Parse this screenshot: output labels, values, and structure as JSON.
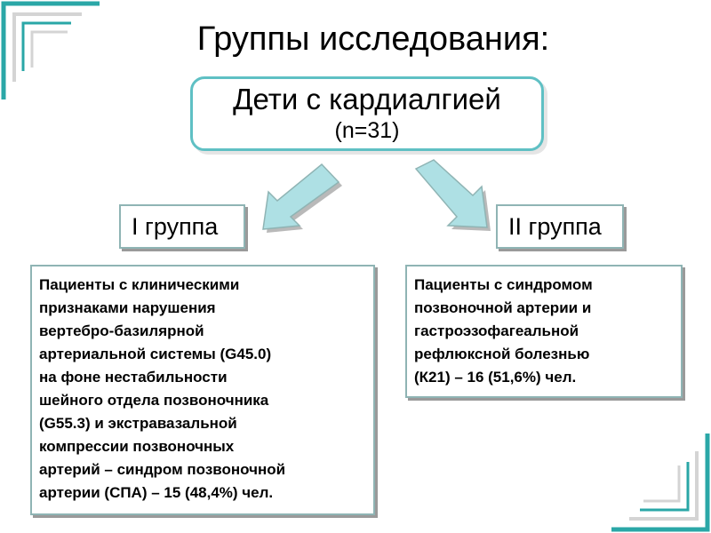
{
  "title": "Группы исследования:",
  "top_box": {
    "main": "Дети с кардиалгией",
    "sub": "(n=31)"
  },
  "groups": [
    {
      "label": "I группа",
      "description": [
        "Пациенты с клиническими",
        "признаками нарушения",
        "вертебро-базилярной",
        "артериальной системы (G45.0)",
        "на фоне нестабильности",
        "шейного отдела позвоночника",
        "(G55.3) и экстравазальной",
        "компрессии позвоночных",
        "артерий – синдром позвоночной",
        "артерии  (СПА) – 15 (48,4%) чел."
      ]
    },
    {
      "label": "II группа",
      "description": [
        "Пациенты с синдромом",
        "позвоночной артерии и",
        "гастроэзофагеальной",
        "рефлюксной болезнью",
        "(К21) – 16 (51,6%) чел."
      ]
    }
  ],
  "colors": {
    "accent": "#5fc0c4",
    "arrow_fill": "#aee0e4",
    "box_border": "#8fb4b4"
  }
}
